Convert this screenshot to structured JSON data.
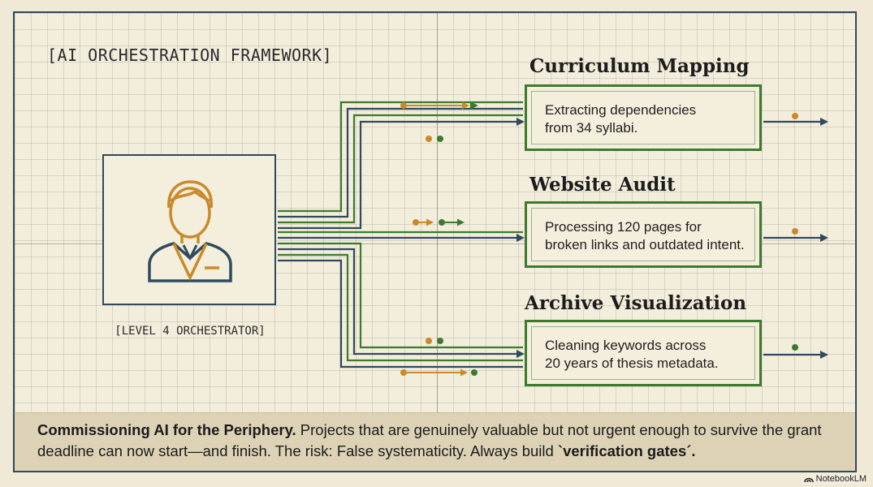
{
  "framework_label": "[AI ORCHESTRATION FRAMEWORK]",
  "orchestrator": {
    "label": "[LEVEL 4 ORCHESTRATOR]",
    "icon": "person-icon"
  },
  "tasks": [
    {
      "title": "Curriculum Mapping",
      "line1": "Extracting dependencies",
      "line2": "from 34 syllabi."
    },
    {
      "title": "Website Audit",
      "line1": "Processing 120 pages for",
      "line2": "broken links and outdated intent."
    },
    {
      "title": "Archive Visualization",
      "line1": "Cleaning keywords across",
      "line2": "20 years of thesis metadata."
    }
  ],
  "footer": {
    "lead": "Commissioning AI for the Periphery.",
    "body": " Projects that are genuinely valuable but not urgent enough to survive the grant deadline can now start—and finish. The risk: False systematicity. Always build ",
    "emphasis": "`verification gates´.",
    "tail": ""
  },
  "badge": "NotebookLM",
  "colors": {
    "navy": "#2f4a5e",
    "green": "#3d7a2e",
    "orange": "#c98a2b",
    "background": "#f3eddc",
    "footer_bg": "#ddd2b5"
  }
}
